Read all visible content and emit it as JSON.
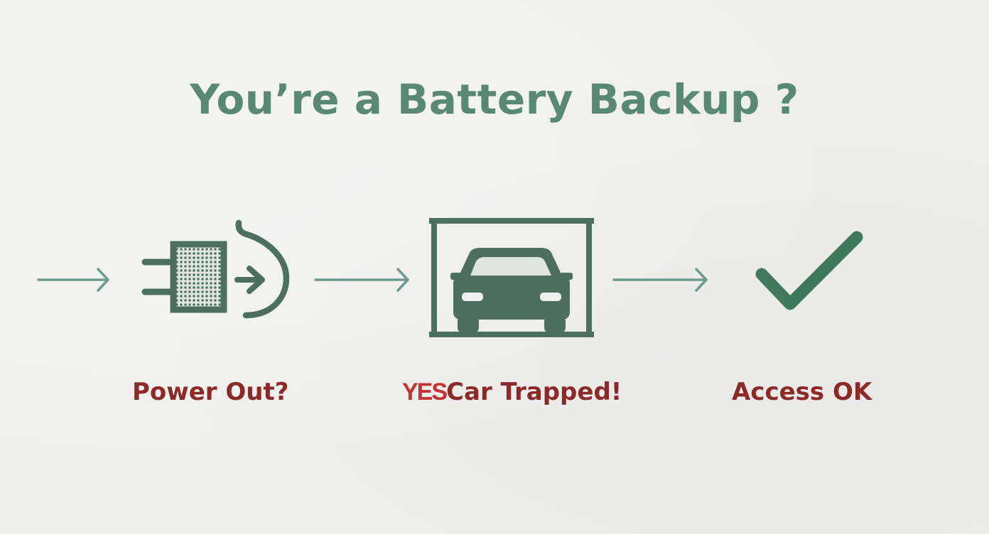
{
  "title": "You’re a Battery Backup ?",
  "colors": {
    "background": "#efefed",
    "title": "#5a8876",
    "icon": "#4d6f5f",
    "arrow": "#6f9a90",
    "label": "#8c2a2a",
    "label_accent": "#c43434",
    "checkmark": "#3f7a5c"
  },
  "steps": [
    {
      "icon": "power-plug-outage-icon",
      "label": "Power Out?"
    },
    {
      "icon": "car-in-garage-icon",
      "tag": "YES",
      "label": "Car Trapped!"
    },
    {
      "icon": "checkmark-icon",
      "label": "Access OK"
    }
  ]
}
